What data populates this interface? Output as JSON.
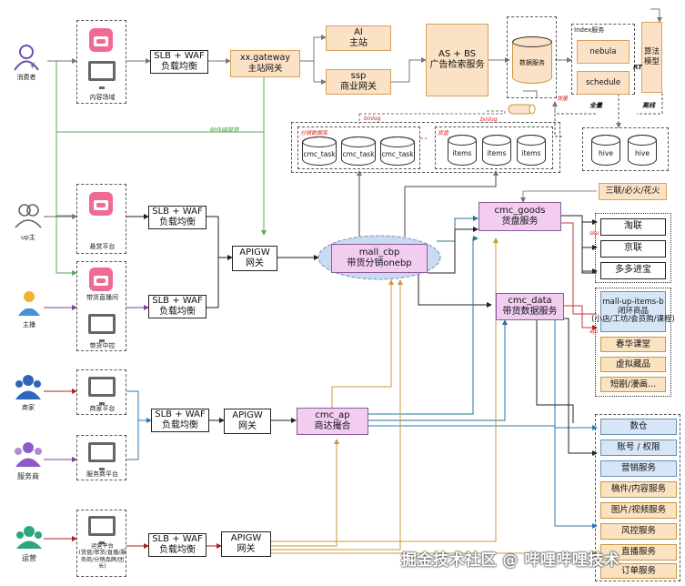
{
  "actors": {
    "consumer": "消费者",
    "up": "up主",
    "anchor": "主播",
    "merchant": "商家",
    "service_provider": "服务商",
    "ops": "运营"
  },
  "clients": {
    "content_site": "内容场域",
    "up_platform": "悬赏平台",
    "live_tool": "带货直播间",
    "live_center": "带货中控",
    "merchant_platform": "商家平台",
    "sp_platform": "服务商平台",
    "ops_platform": "运营平台\n(货盘/审货/直播/服务商/分销品牌/团长)"
  },
  "gateways": {
    "slb1": "SLB + WAF\n负载均衡",
    "xx_gateway": "xx.gateway\n主站网关",
    "slb2": "SLB + WAF\n负载均衡",
    "slb3": "SLB + WAF\n负载均衡",
    "apigw1": "APIGW\n网关",
    "slb4": "SLB + WAF\n负载均衡",
    "apigw2": "APIGW\n网关",
    "slb5": "SLB + WAF\n负载均衡",
    "apigw3": "APIGW\n网关"
  },
  "top": {
    "ai": "AI\n主站",
    "ssp": "ssp\n商业网关",
    "asbs": "AS + BS\n广告检索服务",
    "data_service": "数据服务",
    "index_service": "Index服务",
    "nebula": "nebula",
    "schedule": "schedule",
    "algo": "算法\n模型",
    "rt": "RT",
    "full": "全量",
    "offline": "离线",
    "incr": "增量",
    "hive1": "hive",
    "hive2": "hive"
  },
  "storage": {
    "cmc_label": "分销数据库",
    "items_label": "货盘",
    "cmc_task": [
      "cmc_task",
      "cmc_task",
      "cmc_task"
    ],
    "items": [
      "items",
      "items",
      "items"
    ],
    "binlog1": "binlog",
    "binlog2": "binlog"
  },
  "services": {
    "mall_cbp": "mall_cbp\n带货分销onebp",
    "cmc_goods": "cmc_goods\n货盘服务",
    "cmc_data": "cmc_data\n带货数据服务",
    "cmc_ap": "cmc_ap\n商达撮合",
    "sanlian": "三联/必火/花火"
  },
  "annotations": {
    "green_note": "创作绑带货",
    "sku": "sku",
    "api": "api"
  },
  "channels": [
    "淘联",
    "京联",
    "多多进宝"
  ],
  "closed_loop": {
    "title": "mall-up-items-b\n闭环商品\n(小店/工坊/会员购/课程)",
    "items": [
      "春华课堂",
      "虚拟藏品",
      "短剧/漫画..."
    ]
  },
  "right_services": [
    "数仓",
    "账号 / 权限",
    "营销服务",
    "稿件/内容服务",
    "图片/视频服务",
    "风控服务",
    "直播服务",
    "订单服务"
  ],
  "watermark": "掘金技术社区 @ 哔哩哔哩技术",
  "colors": {
    "orange_fill": "#fbe2c6",
    "pink_fill": "#f2cdf0",
    "blue_fill": "#d7e6f7",
    "ellipse_fill": "#c9daf1",
    "green_arrow": "#5aa85a",
    "purple_arrow": "#7b3fa0",
    "red_arrow": "#b02020",
    "blue_arrow": "#2b78b6",
    "teal_arrow": "#1f7a8c",
    "gold_arrow": "#c99a3c"
  }
}
